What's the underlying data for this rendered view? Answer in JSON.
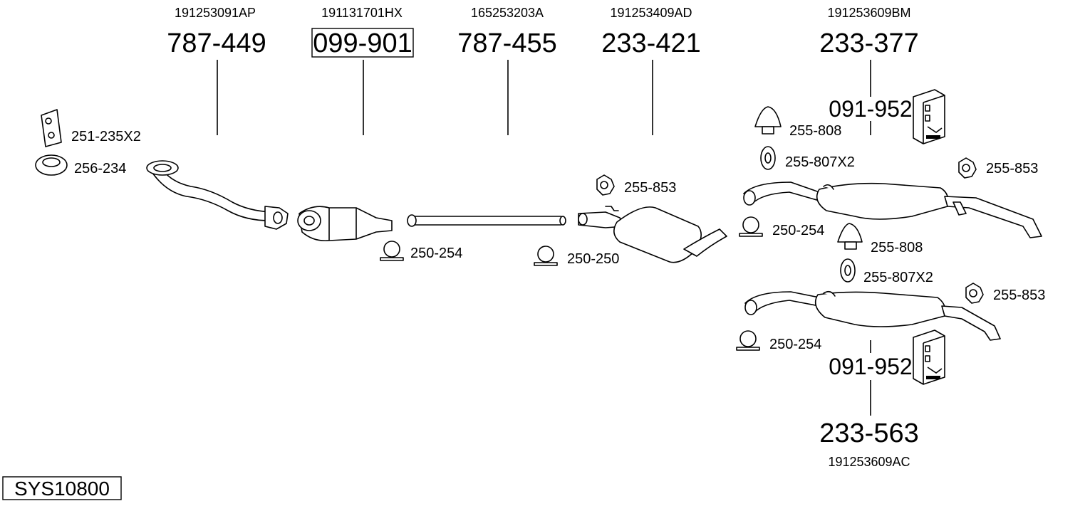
{
  "system_code": "SYS10800",
  "main_parts": [
    {
      "id": "p1",
      "oem": "191253091AP",
      "part": "787-449",
      "boxed": false
    },
    {
      "id": "p2",
      "oem": "191131701HX",
      "part": "099-901",
      "boxed": true
    },
    {
      "id": "p3",
      "oem": "165253203A",
      "part": "787-455",
      "boxed": false
    },
    {
      "id": "p4",
      "oem": "191253409AD",
      "part": "233-421",
      "boxed": false
    },
    {
      "id": "p5",
      "oem": "191253609BM",
      "part": "233-377",
      "boxed": false
    },
    {
      "id": "p6",
      "oem": "191253609AC",
      "part": "233-563",
      "boxed": false
    }
  ],
  "kit_labels": {
    "top": "091-952",
    "bottom": "091-952"
  },
  "accessories": {
    "a1": "251-235X2",
    "a2": "256-234",
    "a3": "250-254",
    "a4": "250-250",
    "a5": "255-853",
    "a6": "255-808",
    "a7": "255-807X2",
    "a8": "255-853",
    "a9": "250-254",
    "a10": "255-808",
    "a11": "255-807X2",
    "a12": "255-853",
    "a13": "250-254"
  }
}
